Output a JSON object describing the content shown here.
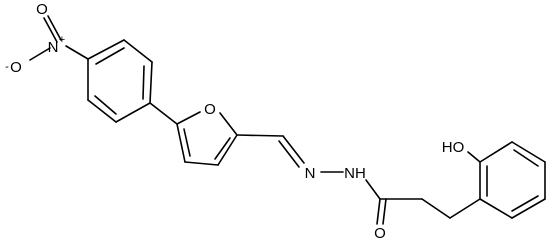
{
  "molecule": {
    "labels": {
      "nitro_n": "N",
      "nitro_n_charge": "+",
      "nitro_o_double": "O",
      "nitro_o_single": "O",
      "nitro_o_charge": "-",
      "furan_o": "O",
      "hydrazone_n": "N",
      "amide_nh": "NH",
      "carbonyl_o": "O",
      "hydroxyl": "HO"
    }
  }
}
